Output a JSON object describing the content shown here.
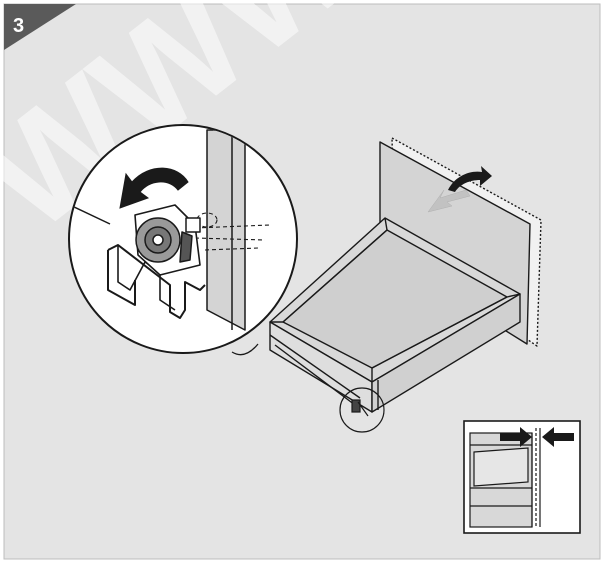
{
  "step": {
    "number": "3"
  },
  "watermark": {
    "text": "WWW"
  },
  "colors": {
    "panel_background": "#e4e4e4",
    "badge": "#5a5a5a",
    "line": "#1a1a1a",
    "drawer_face": "#d9d9d9",
    "drawer_side": "#cfcfcf",
    "detail_fill": "#ffffff"
  },
  "icons": {
    "rotate_arrow": "curved-arrow-counterclockwise",
    "tilt_arrow": "curved-arrow-up",
    "direction_arrow": "arrow-down-left",
    "gap_arrows": "inward-pointing-arrows"
  }
}
